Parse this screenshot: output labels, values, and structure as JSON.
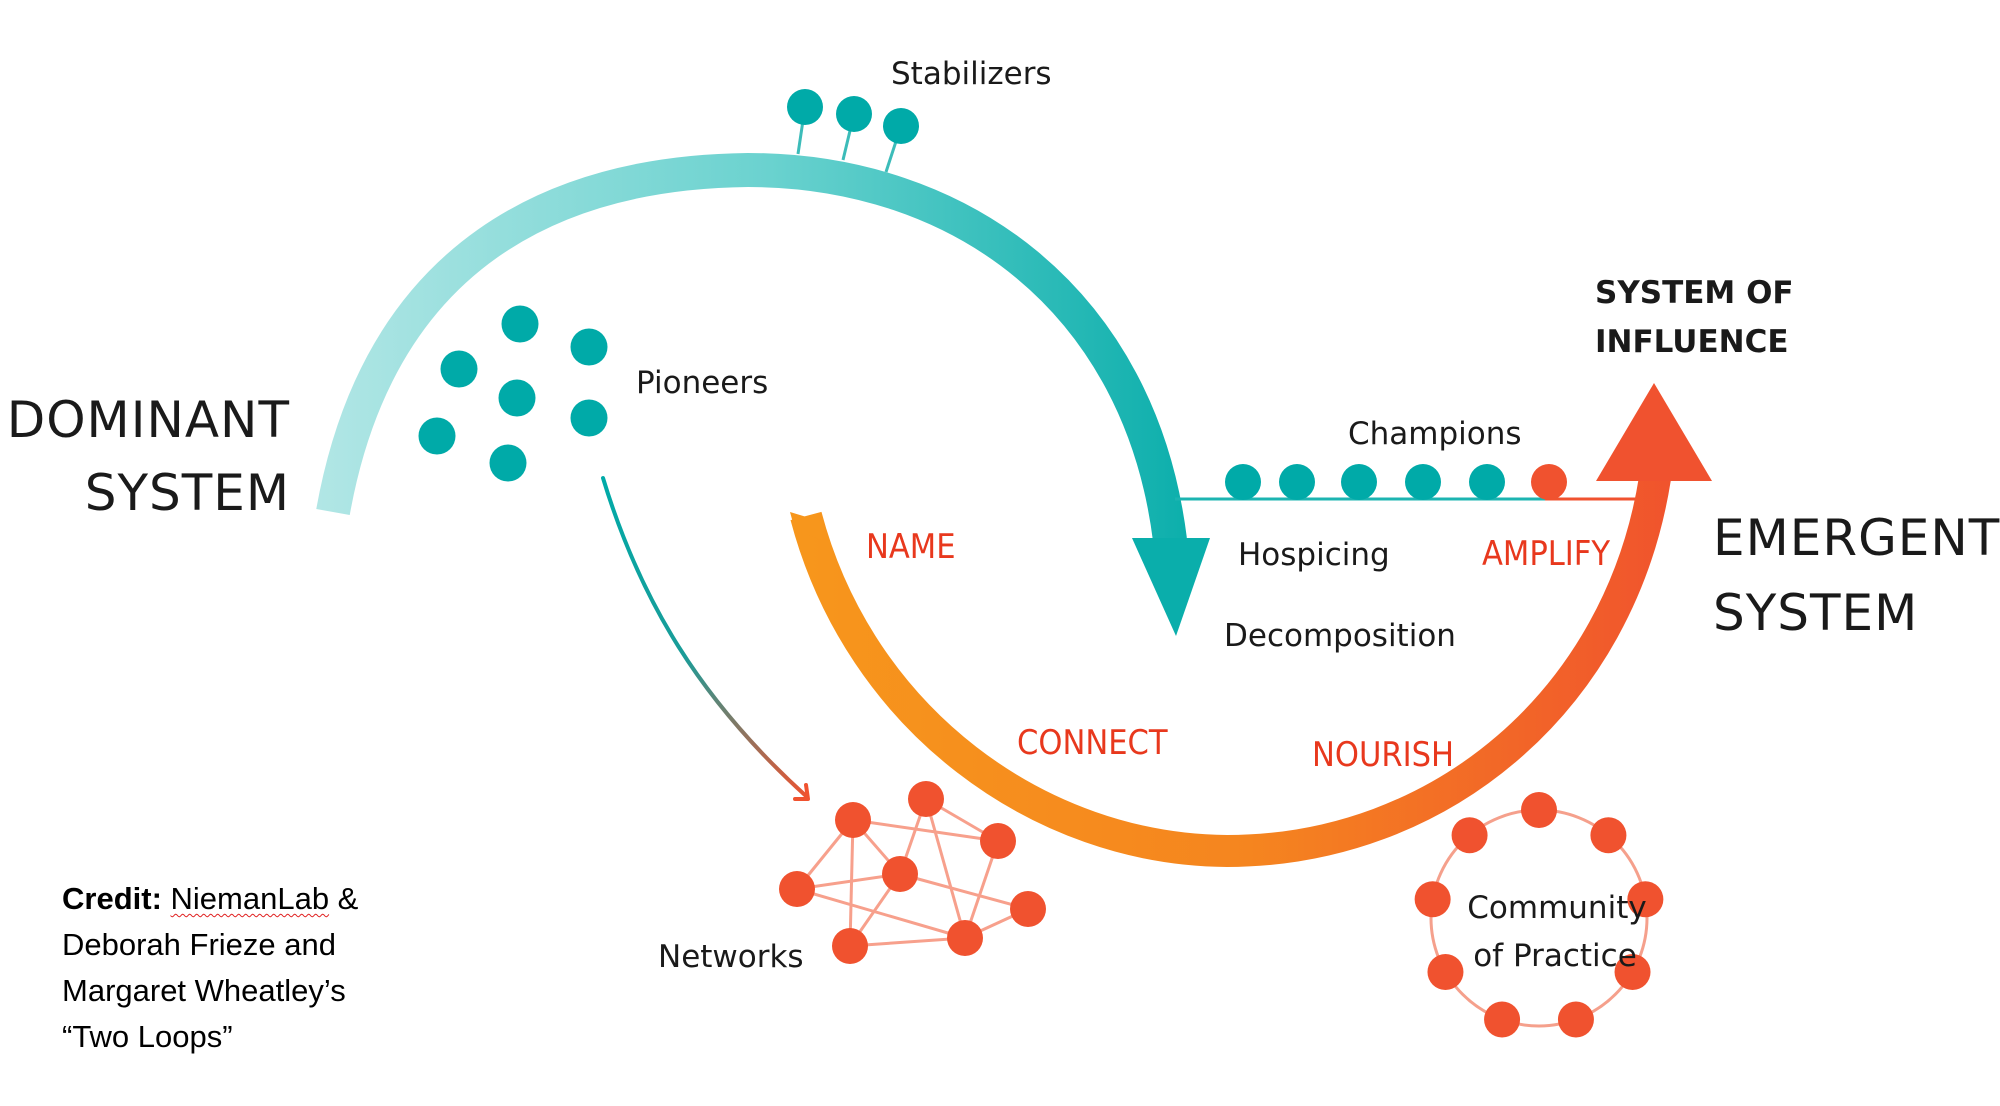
{
  "title": "Two Loops",
  "labels": {
    "dominant_line1": "DOMINANT",
    "dominant_line2": "SYSTEM",
    "emergent_line1": "EMERGENT",
    "emergent_line2": "SYSTEM",
    "influence_line1": "SYSTEM OF",
    "influence_line2": "INFLUENCE",
    "stabilizers": "Stabilizers",
    "pioneers": "Pioneers",
    "champions": "Champions",
    "hospicing": "Hospicing",
    "decomposition": "Decomposition",
    "networks": "Networks",
    "community_line1": "Community",
    "community_line2": "of Practice"
  },
  "actions": {
    "name": "NAME",
    "connect": "CONNECT",
    "nourish": "NOURISH",
    "amplify": "AMPLIFY"
  },
  "credit": {
    "label": "Credit:",
    "source": "NiemanLab",
    "rest_line1": " &",
    "line2": "Deborah Frieze and",
    "line3": "Margaret Wheatley’s",
    "line4": "“Two Loops”"
  },
  "counts": {
    "stabilizers": 3,
    "pioneers": 7,
    "champions_teal": 5,
    "champions_red": 1,
    "network_nodes": 8,
    "community_nodes": 9
  },
  "colors": {
    "teal": "#00aaa8",
    "teal_light": "#aee3e2",
    "orange": "#f7941d",
    "red": "#f0522f",
    "action_red": "#e8381d",
    "text": "#1a1a1a"
  }
}
